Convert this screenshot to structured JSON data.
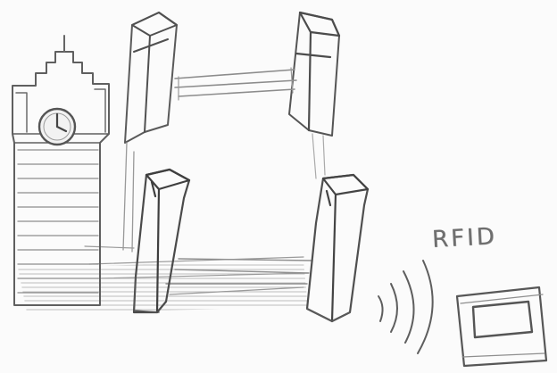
{
  "sketch": {
    "rfid_label": "RFID"
  },
  "colors": {
    "paper": "#fbfbfb",
    "pencil_dark": "#5c5c5c",
    "pencil_mid": "#8a8a8a",
    "pencil_light": "#b4b4b4"
  },
  "icons": {
    "clock_tower": "clock-tower-sketch",
    "pillar": "gate-pillar-sketch",
    "waves": "signal-waves",
    "reader": "rfid-reader-sketch"
  }
}
